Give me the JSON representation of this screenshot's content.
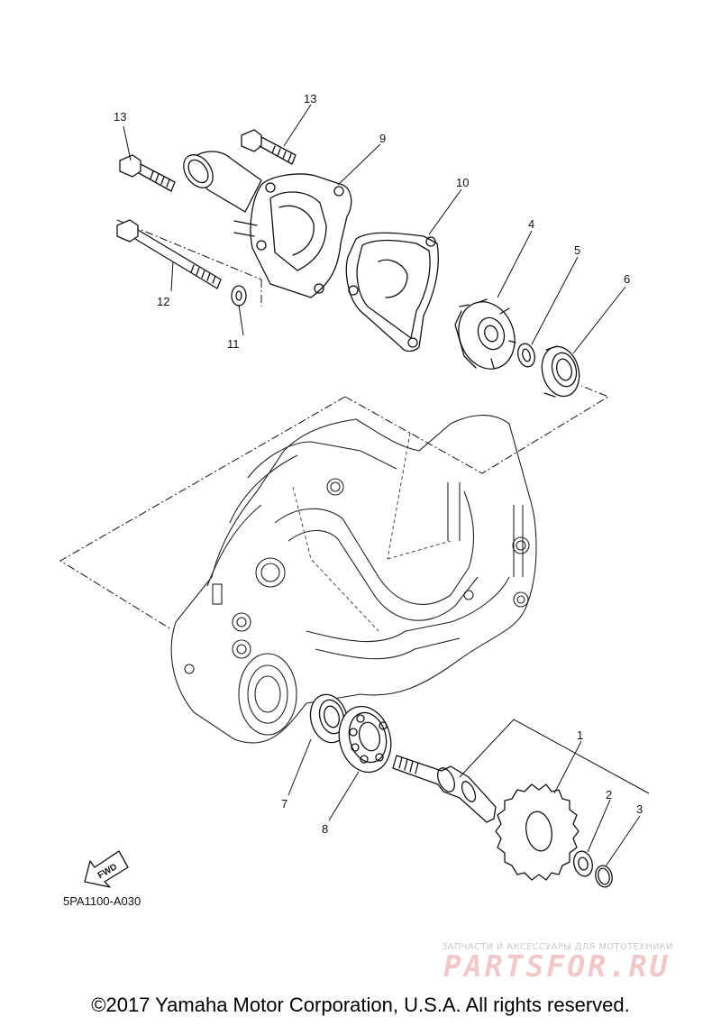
{
  "diagram": {
    "callouts": {
      "c1": "1",
      "c2": "2",
      "c3": "3",
      "c4": "4",
      "c5": "5",
      "c6": "6",
      "c7": "7",
      "c8": "8",
      "c9": "9",
      "c10": "10",
      "c11": "11",
      "c12": "12",
      "c13a": "13",
      "c13b": "13"
    },
    "fwd_label": "FWD",
    "diagram_code": "5PA1100-A030"
  },
  "watermark": {
    "tagline": "ЗАПЧАСТИ И АКСЕССУАРЫ ДЛЯ МОТОТЕХНИКИ",
    "logo_text": "PARTSFOR.RU"
  },
  "footer": {
    "copyright": "©2017 Yamaha Motor Corporation, U.S.A. All rights reserved."
  },
  "colors": {
    "line": "#111111",
    "watermark_logo": "#f2c8c8",
    "watermark_text": "#c9c9c9"
  }
}
